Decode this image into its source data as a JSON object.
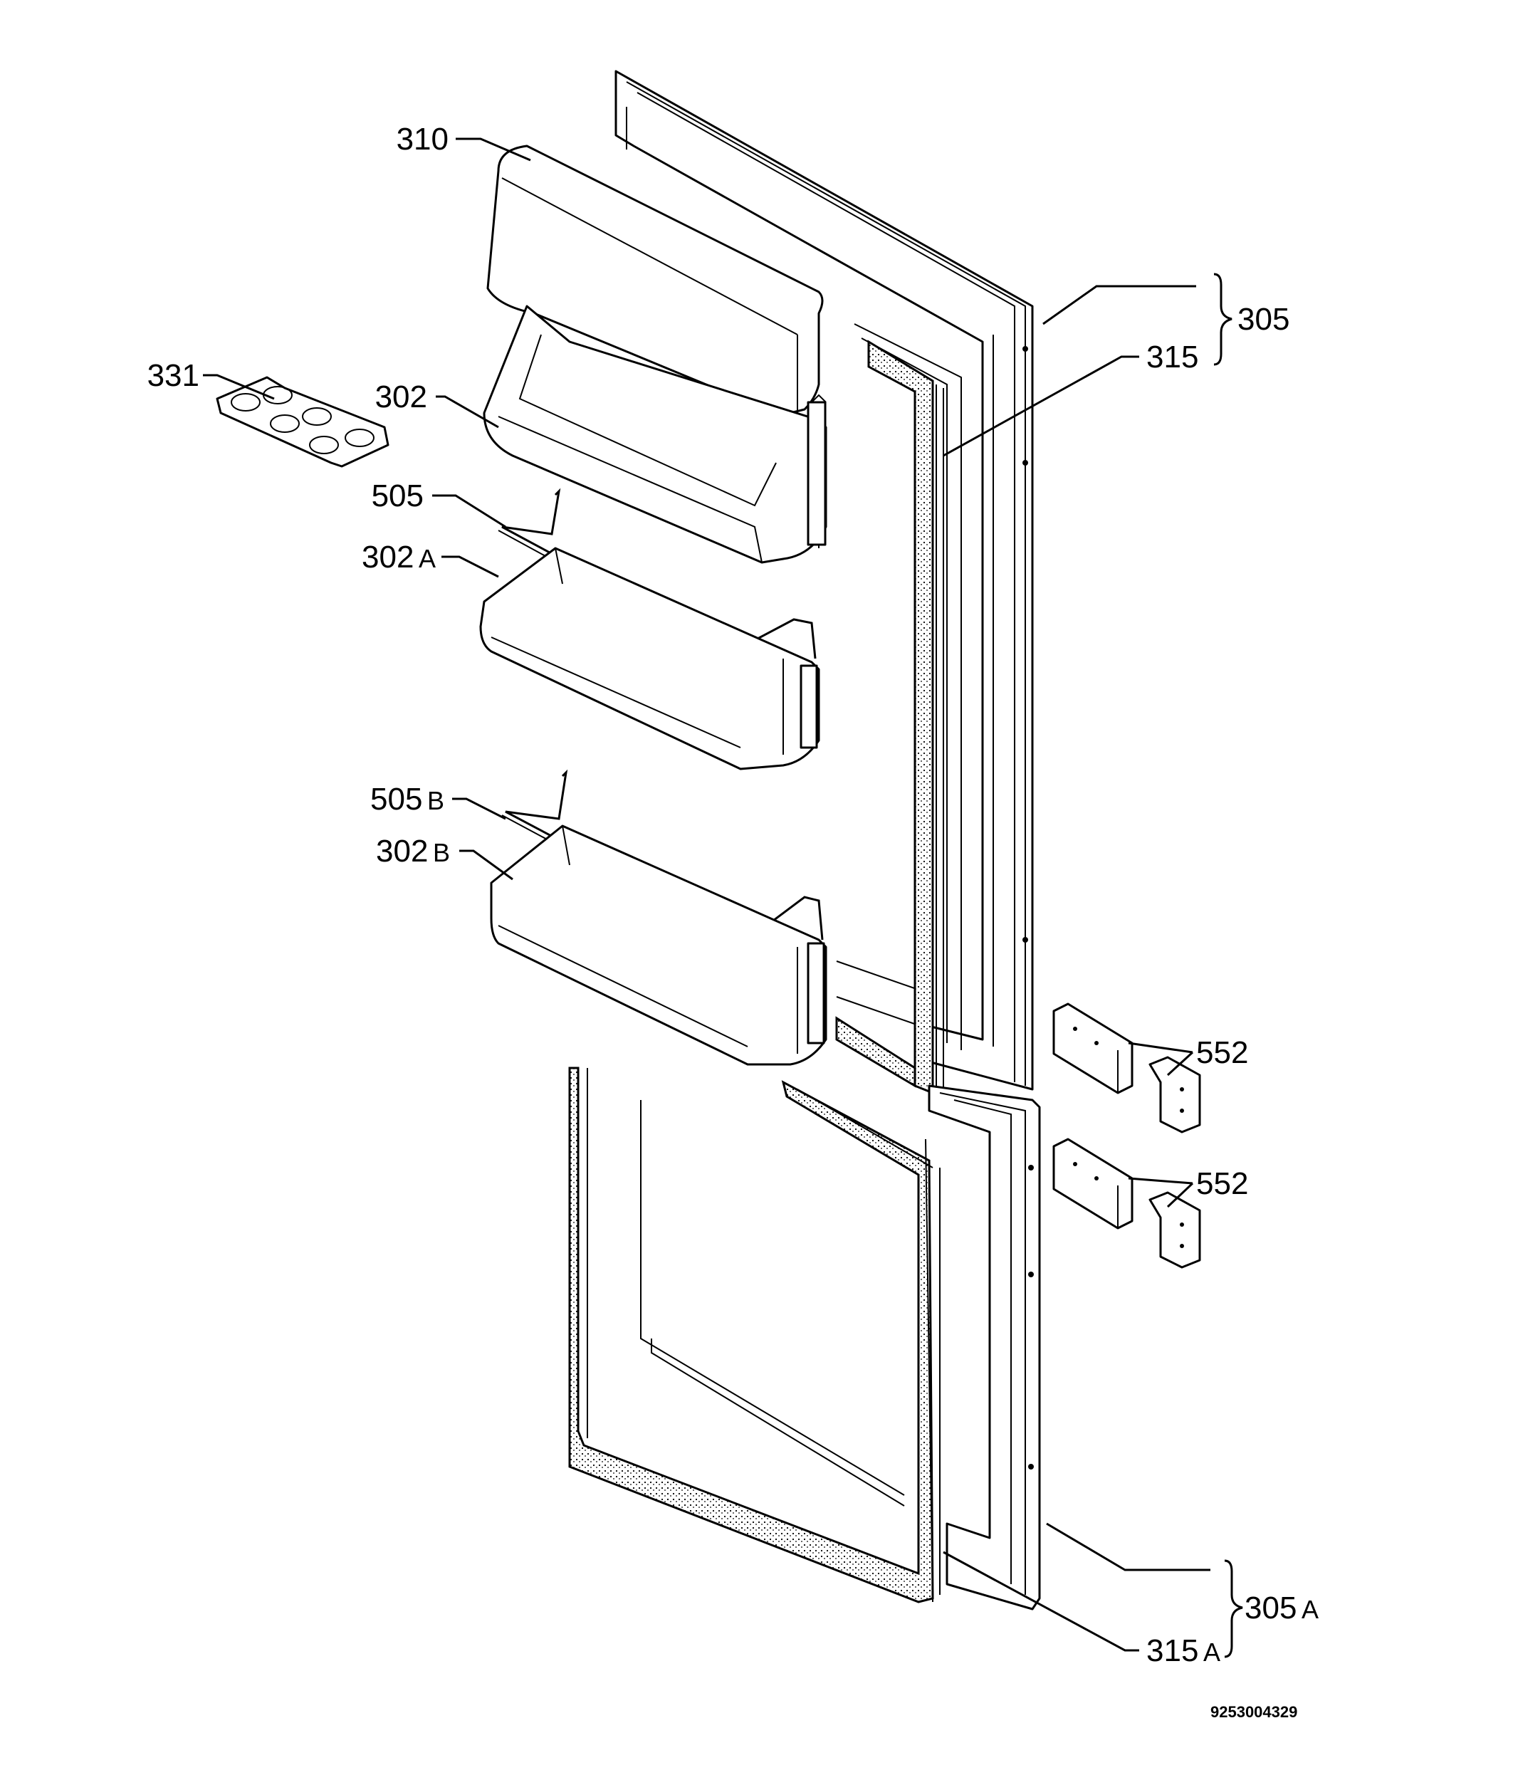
{
  "labels": {
    "p310": "310",
    "p331": "331",
    "p302": "302",
    "p505": "505",
    "p302a": "302",
    "p302a_suffix": "A",
    "p505b": "505",
    "p505b_suffix": "B",
    "p302b": "302",
    "p302b_suffix": "B",
    "p305": "305",
    "p315": "315",
    "p552_upper": "552",
    "p552_lower": "552",
    "p305a": "305",
    "p305a_suffix": "A",
    "p315a": "315",
    "p315a_suffix": "A"
  },
  "document_id": "9253004329",
  "colors": {
    "line": "#000000",
    "background": "#ffffff"
  }
}
